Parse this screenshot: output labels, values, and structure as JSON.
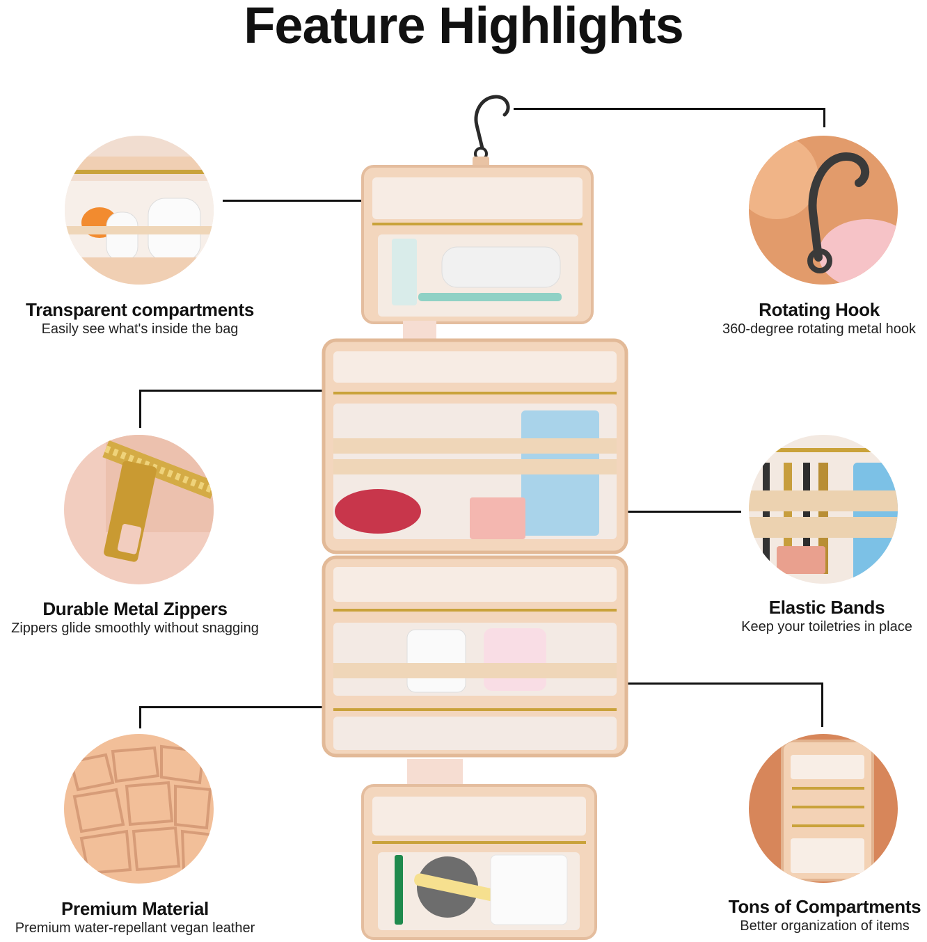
{
  "title": "Feature Highlights",
  "features": [
    {
      "heading": "Transparent compartments",
      "sub": "Easily see what's inside the bag"
    },
    {
      "heading": "Rotating Hook",
      "sub": "360-degree rotating metal hook"
    },
    {
      "heading": "Durable Metal Zippers",
      "sub": "Zippers glide smoothly without snagging"
    },
    {
      "heading": "Elastic Bands",
      "sub": "Keep your toiletries in place"
    },
    {
      "heading": "Premium Material",
      "sub": "Premium water-repellant vegan leather"
    },
    {
      "heading": "Tons of Compartments",
      "sub": "Better organization of items"
    }
  ],
  "colors": {
    "bag": "#f3d6bd",
    "bag_dark": "#e6bc9c",
    "zipper": "#c9a23a",
    "clear": "#f7ece4",
    "text": "#111111"
  }
}
